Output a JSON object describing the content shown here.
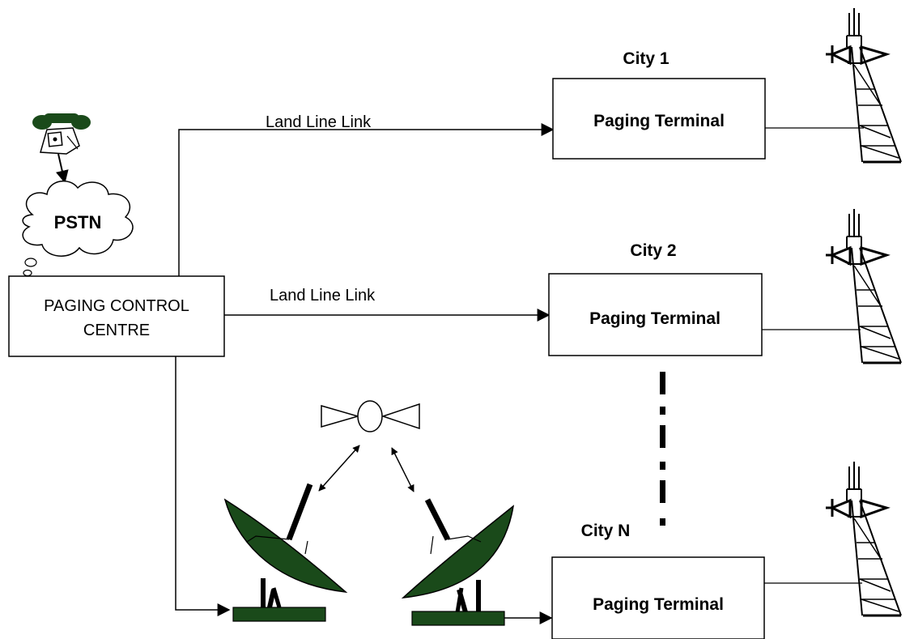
{
  "pstn_label": "PSTN",
  "control_centre": {
    "line1": "PAGING CONTROL",
    "line2": "CENTRE"
  },
  "links": [
    "Land Line Link",
    "Land Line Link"
  ],
  "cities": [
    {
      "name": "City 1",
      "terminal": "Paging Terminal"
    },
    {
      "name": "City 2",
      "terminal": "Paging Terminal"
    },
    {
      "name": "City N",
      "terminal": "Paging Terminal"
    }
  ],
  "colors": {
    "dish": "#1a4a1a",
    "line": "#000000",
    "background": "#ffffff"
  },
  "icons": [
    "telephone-icon",
    "cloud-icon",
    "satellite-icon",
    "satellite-dish-icon",
    "transmission-tower-icon"
  ]
}
